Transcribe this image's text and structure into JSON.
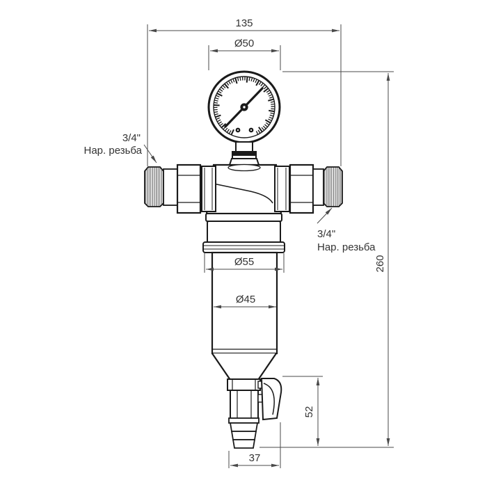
{
  "drawing": {
    "dimensions": {
      "overall_width_mm": "135",
      "gauge_diameter": "Ø50",
      "flange_diameter": "Ø55",
      "bowl_diameter": "Ø45",
      "overall_height_mm": "260",
      "drain_height_mm": "52",
      "drain_width_mm": "37"
    },
    "labels": {
      "left_thread_size": "3/4\"",
      "left_thread_type": "Нар. резьба",
      "right_thread_size": "3/4\"",
      "right_thread_type": "Нар. резьба"
    },
    "colors": {
      "outline": "#1a1a1a",
      "dimension": "#4a4a4a",
      "background": "#ffffff"
    }
  }
}
